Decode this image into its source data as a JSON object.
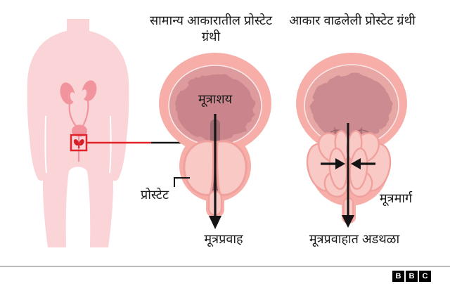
{
  "diagram": {
    "left_panel": {
      "title": "सामान्य आकारातील प्रोस्टेट ग्रंथी",
      "bladder_label": "मूत्राशय",
      "prostate_label": "प्रोस्टेट",
      "flow_label": "मूत्रप्रवाह"
    },
    "right_panel": {
      "title": "आकार वाढलेली प्रोस्टेट ग्रंथी",
      "urethra_label": "मूत्रमार्ग",
      "obstruction_label": "मूत्रप्रवाहात अडथळा"
    },
    "colors": {
      "body_silhouette": "#FAD4D7",
      "organ_pink": "#F2949E",
      "accent_red": "#E1242A",
      "prostate_icon_red": "#D81F28",
      "outer_salmon": "#F7AEA9",
      "mid_ring_left": "#DE9B9E",
      "mid_ring_right": "#E7A7A5",
      "bladder_inner_left": "#C9858B",
      "bladder_inner_right": "#CB8B90",
      "lobe_fill": "#F9C9C5",
      "lobe_stroke": "#F0A19D",
      "urethra_channel": "#A06B72",
      "ink": "#141414",
      "divider_gray": "#BCBCBC"
    }
  },
  "footer": {
    "logo": {
      "letter1": "B",
      "letter2": "B",
      "letter3": "C"
    }
  }
}
